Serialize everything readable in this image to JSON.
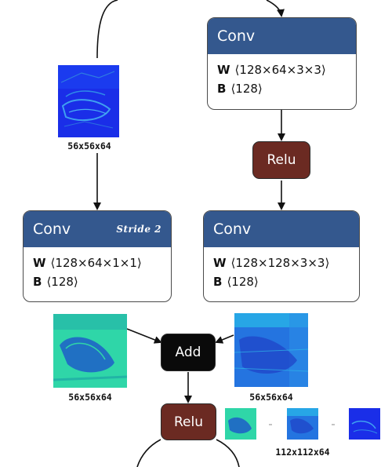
{
  "nodes": {
    "conv_top": {
      "op": "Conv",
      "params": [
        {
          "key": "W",
          "shape": "⟨128×64×3×3⟩"
        },
        {
          "key": "B",
          "shape": "⟨128⟩"
        }
      ]
    },
    "relu_mid": {
      "op": "Relu"
    },
    "conv_stride": {
      "op": "Conv",
      "attribute": "Stride 2",
      "params": [
        {
          "key": "W",
          "shape": "⟨128×64×1×1⟩"
        },
        {
          "key": "B",
          "shape": "⟨128⟩"
        }
      ]
    },
    "conv_right": {
      "op": "Conv",
      "params": [
        {
          "key": "W",
          "shape": "⟨128×128×3×3⟩"
        },
        {
          "key": "B",
          "shape": "⟨128⟩"
        }
      ]
    },
    "add": {
      "op": "Add"
    },
    "relu_bottom": {
      "op": "Relu"
    }
  },
  "feature_maps": {
    "input": {
      "label": "56x56x64"
    },
    "skip_output": {
      "label": "56x56x64"
    },
    "conv_output": {
      "label": "56x56x64"
    },
    "relu_output": {
      "label": "112x112x64"
    }
  },
  "colors": {
    "conv_header": "#34588e",
    "relu": "#6b2a22",
    "add": "#0a0a0a",
    "wire": "#111111"
  }
}
